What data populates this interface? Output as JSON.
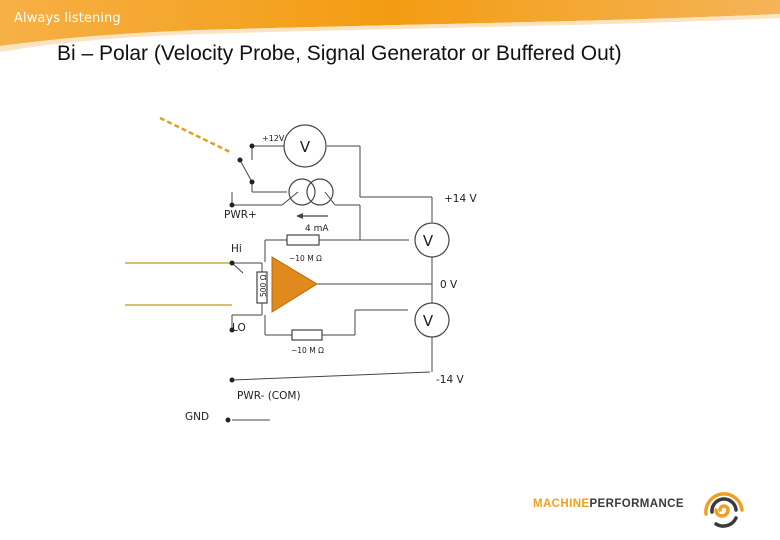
{
  "header": {
    "tagline": "Always listening"
  },
  "slide": {
    "title": "Bi – Polar  (Velocity Probe, Signal Generator or Buffered Out)"
  },
  "diagram": {
    "labels": {
      "plus12v": "+12V",
      "meter_top": "V",
      "plus14v": "+14 V",
      "pwr_plus": "PWR+",
      "current": "4 mA",
      "meter_mid": "V",
      "hi": "Hi",
      "res_hi": "~10 M Ω",
      "res_in": "500 Ω",
      "zero_v": "0 V",
      "lo": "LO",
      "meter_low": "V",
      "res_lo": "~10 M Ω",
      "minus14v": "-14 V",
      "pwr_minus": "PWR- (COM)",
      "gnd": "GND"
    },
    "colors": {
      "amplifier": "#e08a1e",
      "wire": "#444444",
      "lead": "#c8961e",
      "banner": "#f39c12"
    }
  },
  "branding": {
    "name_part1": "MACHINE",
    "name_part2": "PERFORMANCE",
    "logo_icon": "spiral-logo-icon"
  }
}
